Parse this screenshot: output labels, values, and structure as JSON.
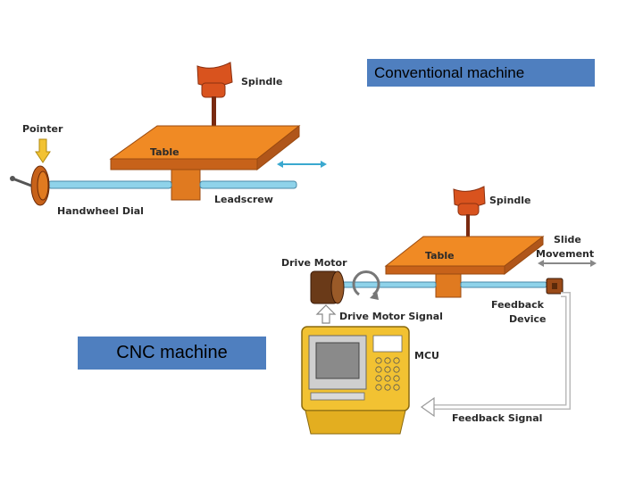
{
  "labels": {
    "conventional_machine": "Conventional machine",
    "cnc_machine": "CNC machine"
  },
  "conventional": {
    "spindle": "Spindle",
    "pointer": "Pointer",
    "table": "Table",
    "handwheel_dial": "Handwheel Dial",
    "leadscrew": "Leadscrew"
  },
  "cnc": {
    "spindle": "Spindle",
    "table": "Table",
    "slide_movement_line1": "Slide",
    "slide_movement_line2": "Movement",
    "drive_motor": "Drive Motor",
    "drive_motor_signal": "Drive Motor Signal",
    "feedback_device_line1": "Feedback",
    "feedback_device_line2": "Device",
    "mcu": "MCU",
    "feedback_signal": "Feedback Signal"
  },
  "colors": {
    "orange": "#f08a24",
    "orange_dark": "#c7621a",
    "spindle_red": "#d9531e",
    "leadscrew": "#8fd3ea",
    "mcu_body": "#f2c232",
    "mcu_screen": "#8a8a8a",
    "label_box": "#4f7fbf"
  }
}
